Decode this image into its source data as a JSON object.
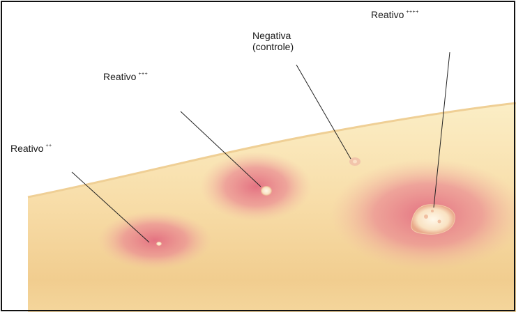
{
  "labels": {
    "reativo_2": {
      "text": "Reativo",
      "grade": "++"
    },
    "reativo_3": {
      "text": "Reativo",
      "grade": "+++"
    },
    "negativa": {
      "line1": "Negativa",
      "line2": "(controle)"
    },
    "reativo_4": {
      "text": "Reativo",
      "grade": "++++"
    }
  },
  "colors": {
    "skin_light": "#fbe8b8",
    "skin_mid": "#f6d79e",
    "skin_edge": "#e9c083",
    "erythema": "#e67c8a",
    "papule": "#fff1dc",
    "leader_line": "#222222",
    "border": "#111111"
  }
}
